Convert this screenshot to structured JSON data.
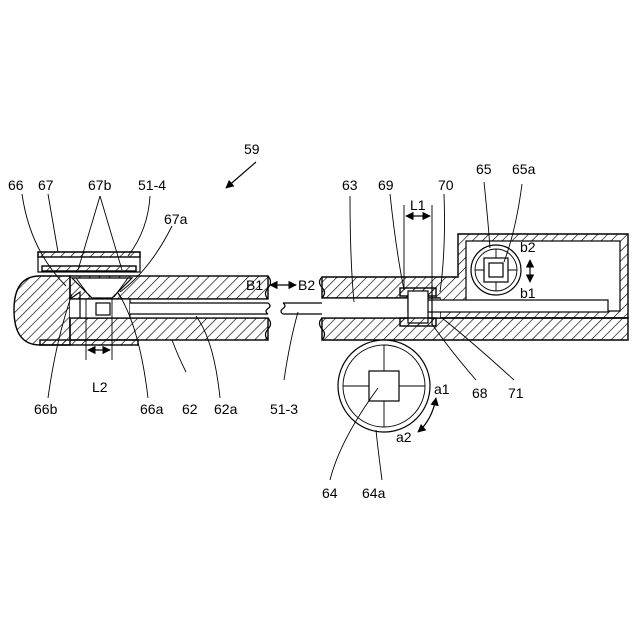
{
  "figure": {
    "ref_main": "59",
    "direction_left": "B1",
    "direction_right": "B2",
    "labels": {
      "n66": "66",
      "n67": "67",
      "n67b": "67b",
      "n51_4": "51-4",
      "n67a": "67a",
      "n66b": "66b",
      "n66a": "66a",
      "n62": "62",
      "n62a": "62a",
      "L2": "L2",
      "n51_3": "51-3",
      "n63": "63",
      "n69": "69",
      "L1": "L1",
      "n70": "70",
      "n65": "65",
      "n65a": "65a",
      "b2": "b2",
      "b1": "b1",
      "n68": "68",
      "n71": "71",
      "a1": "a1",
      "a2": "a2",
      "n64": "64",
      "n64a": "64a"
    }
  }
}
